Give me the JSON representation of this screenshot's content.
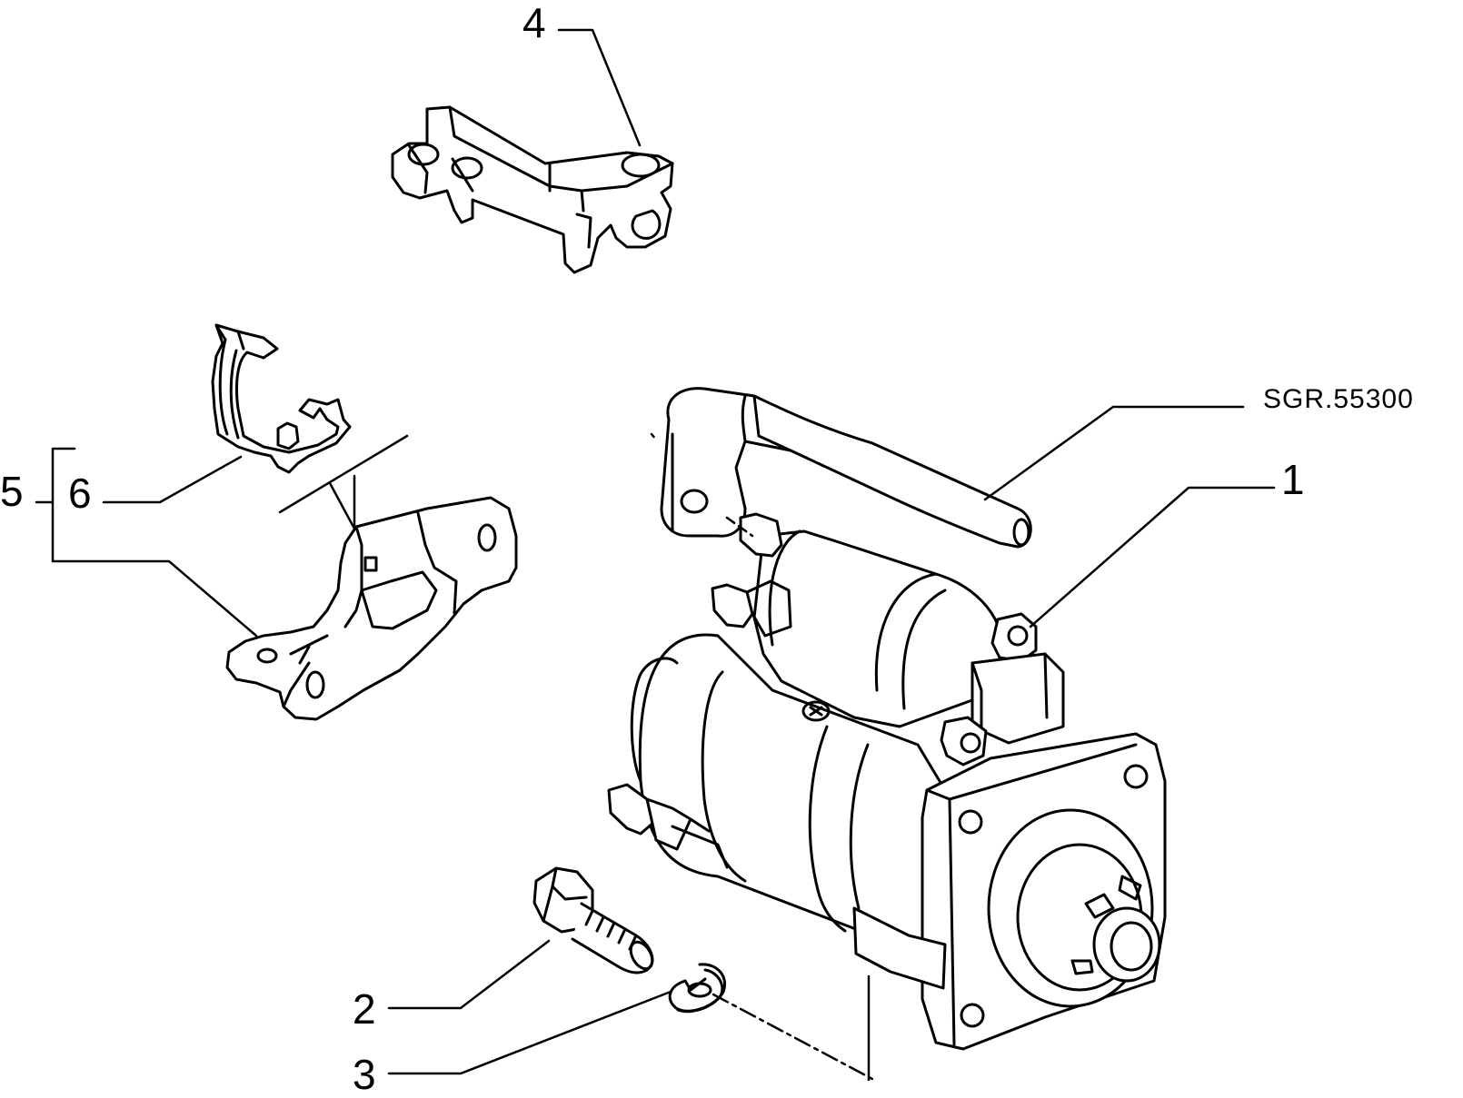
{
  "drawing_ref": "SGR.55300",
  "callouts": [
    {
      "id": "1",
      "text": "1"
    },
    {
      "id": "2",
      "text": "2"
    },
    {
      "id": "3",
      "text": "3"
    },
    {
      "id": "4",
      "text": "4"
    },
    {
      "id": "5",
      "text": "5"
    },
    {
      "id": "6",
      "text": "6"
    }
  ],
  "parts": [
    "starter-motor",
    "bolt",
    "lock-washer",
    "cable-bracket",
    "cable-clip",
    "mounting-bracket",
    "cable-tube"
  ],
  "colors": {
    "line": "#000000",
    "background": "#ffffff"
  }
}
